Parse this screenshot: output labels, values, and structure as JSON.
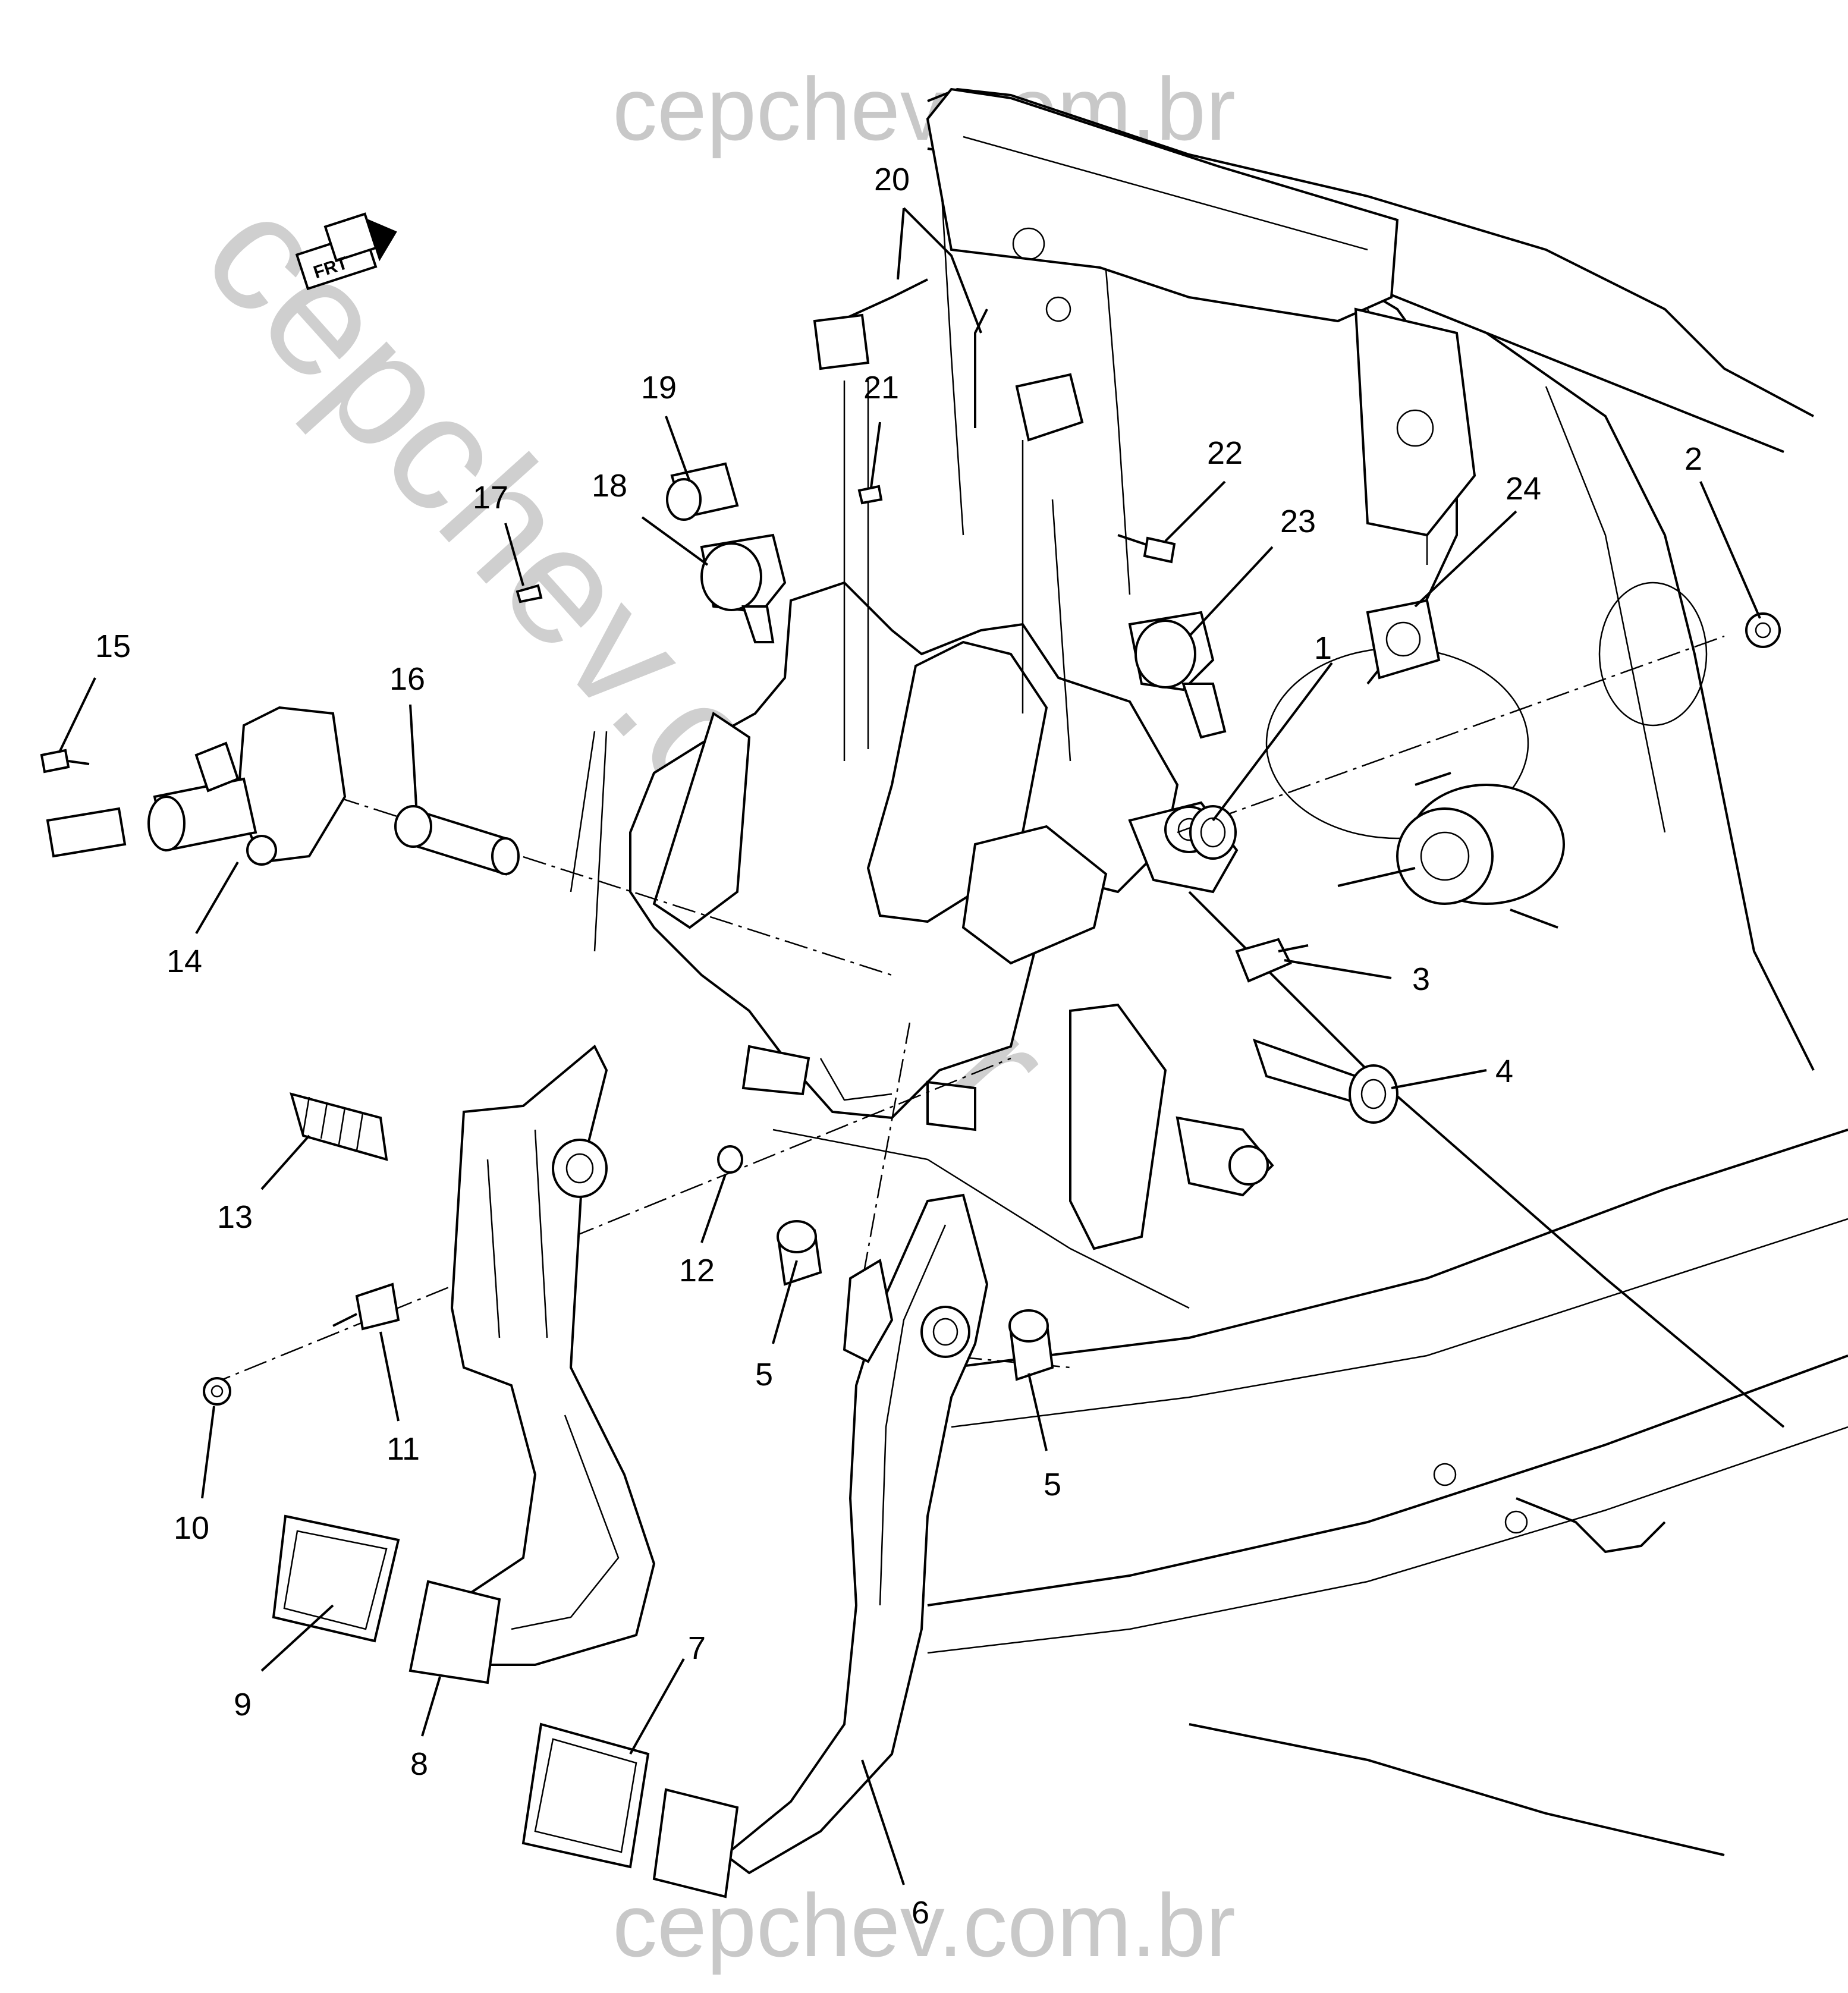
{
  "watermark": {
    "top": "cepchev.com.br",
    "bottom": "cepchev.com.br",
    "diagonal": "cepchev.com.br"
  },
  "direction_indicator": {
    "text": "FRT",
    "icon": "forward-arrow-icon"
  },
  "callouts": [
    {
      "id": "c1",
      "text": "1"
    },
    {
      "id": "c2",
      "text": "2"
    },
    {
      "id": "c3",
      "text": "3"
    },
    {
      "id": "c4",
      "text": "4"
    },
    {
      "id": "c5a",
      "text": "5"
    },
    {
      "id": "c5b",
      "text": "5"
    },
    {
      "id": "c6",
      "text": "6"
    },
    {
      "id": "c7",
      "text": "7"
    },
    {
      "id": "c8",
      "text": "8"
    },
    {
      "id": "c9",
      "text": "9"
    },
    {
      "id": "c10",
      "text": "10"
    },
    {
      "id": "c11",
      "text": "11"
    },
    {
      "id": "c12",
      "text": "12"
    },
    {
      "id": "c13",
      "text": "13"
    },
    {
      "id": "c14",
      "text": "14"
    },
    {
      "id": "c15",
      "text": "15"
    },
    {
      "id": "c16",
      "text": "16"
    },
    {
      "id": "c17",
      "text": "17"
    },
    {
      "id": "c18",
      "text": "18"
    },
    {
      "id": "c19",
      "text": "19"
    },
    {
      "id": "c20",
      "text": "20"
    },
    {
      "id": "c21",
      "text": "21"
    },
    {
      "id": "c22",
      "text": "22"
    },
    {
      "id": "c23",
      "text": "23"
    },
    {
      "id": "c24",
      "text": "24"
    }
  ]
}
